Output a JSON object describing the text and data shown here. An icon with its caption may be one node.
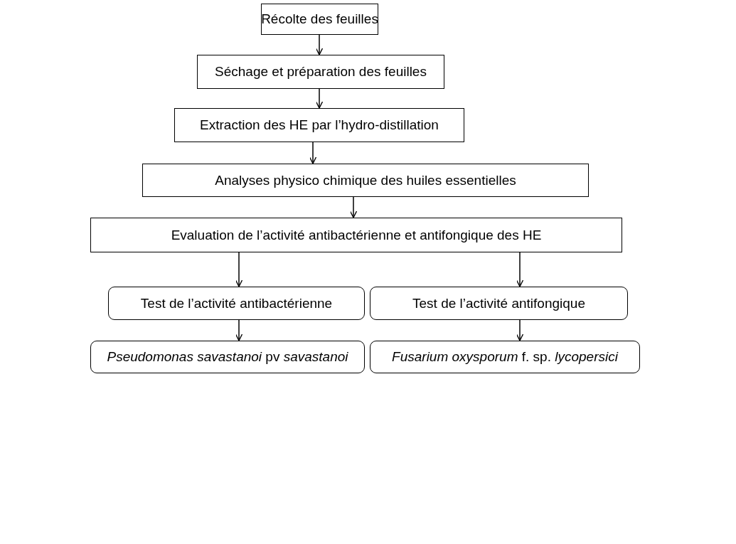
{
  "diagram": {
    "nodes": [
      {
        "text": [
          "Récolte des feuilles"
        ]
      },
      {
        "text": [
          "Séchage et préparation des feuilles"
        ]
      },
      {
        "text": [
          "Extraction des HE par l’hydro-distillation"
        ]
      },
      {
        "text": [
          "Analyses physico chimique des huiles essentielles"
        ]
      },
      {
        "text": [
          "Evaluation de l’activité antibactérienne et antifongique des HE"
        ]
      },
      {
        "text": [
          "Test de l’activité antibactérienne"
        ]
      },
      {
        "text": [
          "Test de l’activité antifongique"
        ]
      },
      {
        "text": [
          "*Pseudomonas savastanoi* pv *savastanoi*"
        ]
      },
      {
        "text": [
          "*Fusarium oxysporum* f. sp. *lycopersici*"
        ]
      }
    ],
    "edges": [
      {
        "from": 0,
        "to": 1,
        "arrow": "to"
      },
      {
        "from": 1,
        "to": 2,
        "arrow": "to"
      },
      {
        "from": 2,
        "to": 3,
        "arrow": "to"
      },
      {
        "from": 3,
        "to": 4,
        "arrow": "to"
      },
      {
        "from": 4,
        "to": 5,
        "arrow": "to"
      },
      {
        "from": 4,
        "to": 6,
        "arrow": "to"
      },
      {
        "from": 5,
        "to": 7,
        "arrow": "to"
      },
      {
        "from": 6,
        "to": 8,
        "arrow": "to"
      }
    ]
  }
}
